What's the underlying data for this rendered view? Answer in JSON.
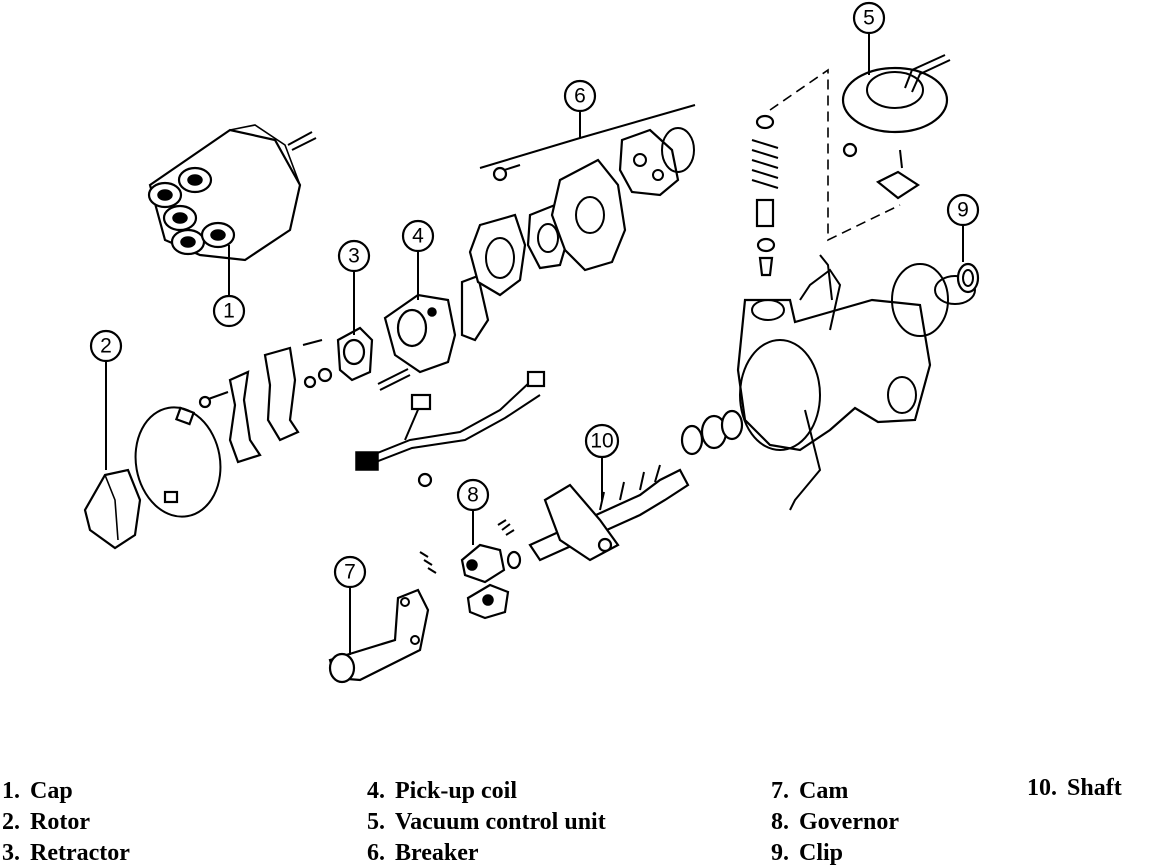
{
  "callouts": {
    "c1": "1",
    "c2": "2",
    "c3": "3",
    "c4": "4",
    "c5": "5",
    "c6": "6",
    "c7": "7",
    "c8": "8",
    "c9": "9",
    "c10": "10"
  },
  "legend": [
    {
      "num": "1.",
      "label": "Cap"
    },
    {
      "num": "2.",
      "label": "Rotor"
    },
    {
      "num": "3.",
      "label": "Retractor"
    },
    {
      "num": "4.",
      "label": "Pick-up coil"
    },
    {
      "num": "5.",
      "label": "Vacuum control unit"
    },
    {
      "num": "6.",
      "label": "Breaker"
    },
    {
      "num": "7.",
      "label": "Cam"
    },
    {
      "num": "8.",
      "label": "Governor"
    },
    {
      "num": "9.",
      "label": "Clip"
    },
    {
      "num": "10.",
      "label": "Shaft"
    }
  ]
}
